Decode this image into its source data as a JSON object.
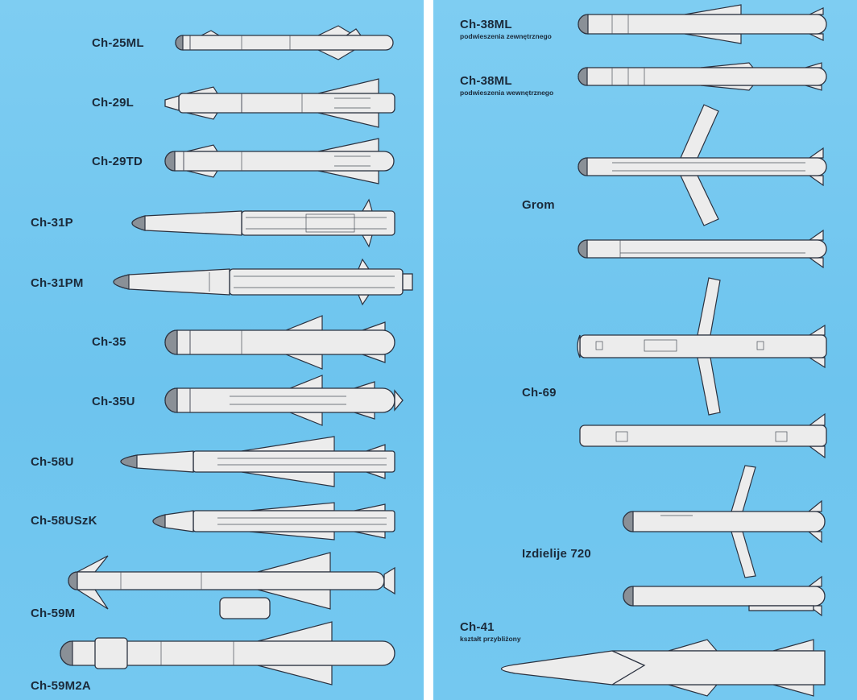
{
  "labels": {
    "ch25ml": "Ch-25ML",
    "ch29l": "Ch-29L",
    "ch29td": "Ch-29TD",
    "ch31p": "Ch-31P",
    "ch31pm": "Ch-31PM",
    "ch35": "Ch-35",
    "ch35u": "Ch-35U",
    "ch58u": "Ch-58U",
    "ch58uszk": "Ch-58USzK",
    "ch59m": "Ch-59M",
    "ch59m2a": "Ch-59M2A",
    "ch38ml_ext": "Ch-38ML",
    "ch38ml_ext_sub": "podwieszenia zewnętrznego",
    "ch38ml_int": "Ch-38ML",
    "ch38ml_int_sub": "podwieszenia wewnętrznego",
    "grom": "Grom",
    "ch69": "Ch-69",
    "izd720": "Izdielije 720",
    "ch41": "Ch-41",
    "ch41_sub": "kształt przybliżony"
  },
  "colors": {
    "background": "#74c8f0",
    "missile_body": "#ececec",
    "nose_cone": "#8a9097",
    "outline": "#2b3240",
    "label": "#1b2a3a"
  }
}
